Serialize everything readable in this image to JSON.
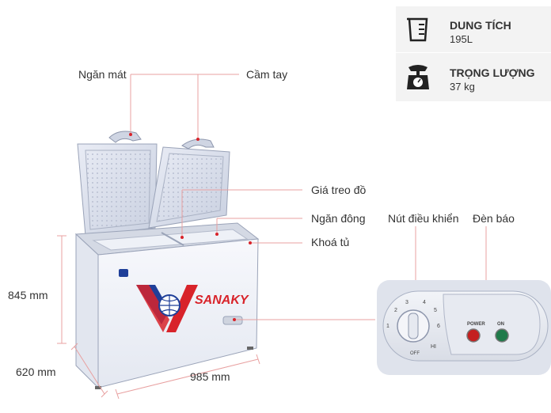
{
  "specs": {
    "capacity": {
      "title": "DUNG TÍCH",
      "value": "195L",
      "icon": "measuring-cup-icon"
    },
    "weight": {
      "title": "TRỌNG LƯỢNG",
      "value": "37 kg",
      "icon": "scale-icon"
    }
  },
  "callouts": {
    "cooling_compartment": "Ngăn mát",
    "handle": "Cầm tay",
    "hanging_rack": "Giá treo đồ",
    "freezer_compartment": "Ngăn đông",
    "lock": "Khoá tủ",
    "control_knob": "Nút điều khiển",
    "indicator_light": "Đèn báo"
  },
  "dimensions": {
    "height": "845 mm",
    "depth": "620 mm",
    "width": "985 mm"
  },
  "product": {
    "brand": "SANAKY"
  },
  "control_panel": {
    "power_label": "POWER",
    "on_label": "ON",
    "off_label": "OFF",
    "hi_label": "HI",
    "dial_numbers": [
      "1",
      "2",
      "3",
      "4",
      "5",
      "6"
    ]
  },
  "colors": {
    "leader_line": "#e8a0a0",
    "body_white": "#f4f6fb",
    "brand_red": "#d8232a",
    "brand_blue": "#1f3f99",
    "power_led": "#c42020",
    "on_led": "#1f7a4a"
  }
}
